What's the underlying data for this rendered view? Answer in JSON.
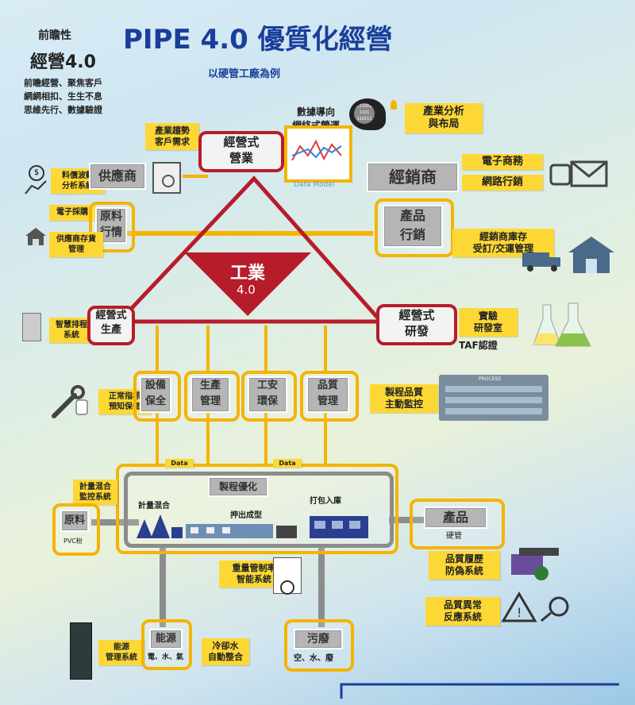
{
  "header": {
    "title": "PIPE 4.0 優質化經營",
    "subtitle": "以硬管工廠為例",
    "side_line1": "前瞻性",
    "side_line2": "經營4.0",
    "side_desc": "前瞻經營、聚焦客戶\n網網相扣、生生不息\n思維先行、數據驗證"
  },
  "top": {
    "data_label": "數據導向\n網絡式營運",
    "industry_analysis": "產業分析\n與布局",
    "trend": "產業趨勢\n客戶需求",
    "management": "經營式\n營業",
    "data_model": "Data Model",
    "binary1": "011100110",
    "binary2": "1101",
    "binary3": "110111"
  },
  "left_side": {
    "supplier": "供應商",
    "price_system": "料價波動\n分析系統",
    "purchase": "電子採購",
    "raw_market": "原料\n行情",
    "stock": "供應商存貨\n管理",
    "production": "經營式\n生產",
    "scheduling": "智慧排程\n系統"
  },
  "right_side": {
    "dealer": "經銷商",
    "ecommerce": "電子商務",
    "network_sales": "網路行銷",
    "product_marketing": "產品\n行銷",
    "dealer_stock": "經銷商庫存\n受訂/交運管理",
    "rd": "經營式\n研發",
    "lab": "實驗\n研發室",
    "taf": "TAF認證"
  },
  "center": {
    "industry": "工業",
    "version": "4.0"
  },
  "middle_row": {
    "maintenance_note": "正常指標\n預知保養",
    "equipment": "設備\n保全",
    "production_mgmt": "生產\n管理",
    "safety": "工安\n環保",
    "quality_mgmt": "品質\n管理",
    "quality_note": "製程品質\n主動監控",
    "process_label": "PROCESS"
  },
  "process": {
    "data1": "Data",
    "data2": "Data",
    "optimize": "製程優化",
    "mixing": "計量混合",
    "extrude": "押出成型",
    "packing": "打包入庫",
    "mix_system": "計量混合\n監控系統",
    "raw": "原料",
    "pvc": "PVC粉",
    "product": "產品",
    "hard_pipe": "硬管",
    "weight_system": "重量管制率\n智能系統",
    "history": "品質履歷\n防偽系統",
    "anomaly": "品質異常\n反應系統"
  },
  "bottom": {
    "energy_system": "能源\n管理系統",
    "energy": "能源",
    "energy_sub": "電、水、氣",
    "cooling": "冷卻水\n自動整合",
    "waste": "污廢",
    "waste_sub": "空、水、廢"
  },
  "colors": {
    "accent_yellow": "#f4b400",
    "note_yellow": "#fdd835",
    "dark_red": "#b71c2a",
    "title_blue": "#1a3e9a",
    "pipe_gray": "#8c8c8c"
  },
  "icons": [
    "brain-icon",
    "chart-monitor-icon",
    "dollar-trend-icon",
    "document-search-icon",
    "warehouse-icon",
    "envelope-icon",
    "truck-icon",
    "house-icon",
    "computer-icon",
    "wrench-icon",
    "flask-icon",
    "process-screen-icon",
    "factory-icon",
    "scale-icon",
    "barcode-laptop-icon",
    "warning-search-icon",
    "panel-icon"
  ]
}
